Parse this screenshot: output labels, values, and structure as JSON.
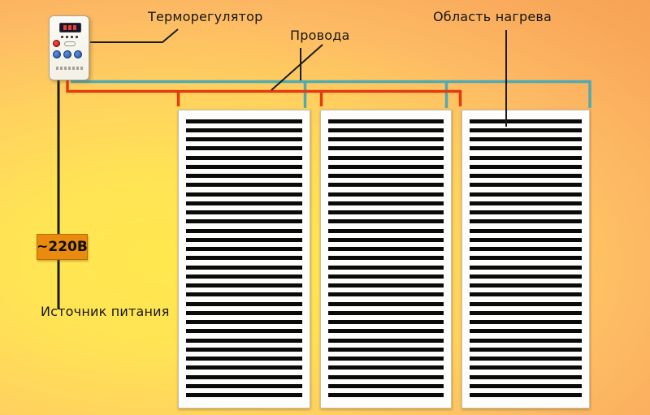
{
  "diagram": {
    "labels": {
      "thermostat": "Терморегулятор",
      "wires": "Провода",
      "heating_area": "Область нагрева",
      "power_source": "Источник питания",
      "voltage": "~220В"
    },
    "panels": {
      "count": 3,
      "description": "heating-film-panels-with-black-stripes"
    },
    "colors": {
      "background_center": "#ffe84e",
      "background_edge": "#f5a055",
      "wire_live": "#e23b0e",
      "wire_neutral": "#4faab2",
      "power_line": "#1a1a1a",
      "pointer_line": "#1a1a1a",
      "voltage_box": "#ea8b0d",
      "panel_stripe": "#0a0a0a"
    }
  }
}
